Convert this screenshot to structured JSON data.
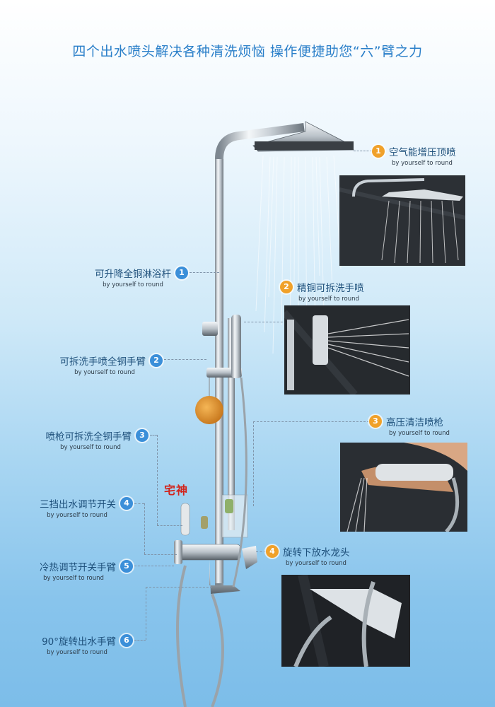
{
  "headline": "四个出水喷头解决各种清洗烦恼 操作便捷助您“六”臂之力",
  "logo_text": "宅神",
  "left_callouts": [
    {
      "num": "1",
      "title": "可升降全铜淋浴杆",
      "sub": "by yourself to round"
    },
    {
      "num": "2",
      "title": "可拆洗手喷全铜手臂",
      "sub": "by yourself to round"
    },
    {
      "num": "3",
      "title": "喷枪可拆洗全铜手臂",
      "sub": "by yourself to round"
    },
    {
      "num": "4",
      "title": "三挡出水调节开关",
      "sub": "by yourself to round"
    },
    {
      "num": "5",
      "title": "冷热调节开关手臂",
      "sub": "by yourself to round"
    },
    {
      "num": "6",
      "title": "90°旋转出水手臂",
      "sub": "by yourself to round"
    }
  ],
  "right_callouts": [
    {
      "num": "1",
      "title": "空气能增压顶喷",
      "sub": "by yourself to round"
    },
    {
      "num": "2",
      "title": "精铜可拆洗手喷",
      "sub": "by yourself to round"
    },
    {
      "num": "3",
      "title": "高压清洁喷枪",
      "sub": "by yourself to round"
    },
    {
      "num": "4",
      "title": "旋转下放水龙头",
      "sub": "by yourself to round"
    }
  ],
  "colors": {
    "badge_blue": "#3b8fd9",
    "badge_orange": "#f0a12a",
    "headline": "#2a7fc9"
  }
}
